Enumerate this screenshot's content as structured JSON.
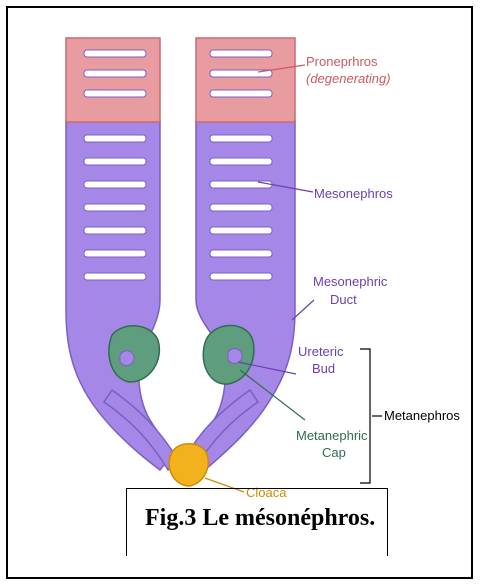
{
  "labels": {
    "pronephros": "Proneprhros",
    "degenerating": "(degenerating)",
    "mesonephros": "Mesonephros",
    "mesonephric_duct_1": "Mesonephric",
    "mesonephric_duct_2": "Duct",
    "ureteric_bud_1": "Ureteric",
    "ureteric_bud_2": "Bud",
    "metanephros": "Metanephros",
    "metanephric_cap_1": "Metanephric",
    "metanephric_cap_2": "Cap",
    "cloaca": "Cloaca"
  },
  "caption": "Fig.3 Le mésonéphros.",
  "colors": {
    "pronephros": "#e89ca0",
    "mesonephros": "#a487e6",
    "metanephric_cap": "#5e9d7e",
    "cloaca": "#f2b21d",
    "label_red": "#cc5a5f",
    "label_purple": "#6a3fb0",
    "label_green": "#2f6d4e",
    "label_orange": "#d08a00"
  }
}
